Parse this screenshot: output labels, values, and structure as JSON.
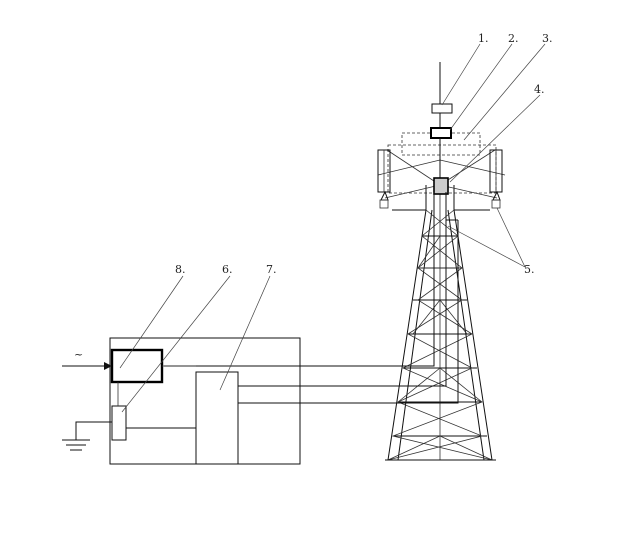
{
  "diagram": {
    "labels": {
      "l1": "1.",
      "l2": "2.",
      "l3": "3.",
      "l4": "4.",
      "l5": "5.",
      "l6": "6.",
      "l7": "7.",
      "l8": "8."
    },
    "ac_symbol": "~"
  }
}
